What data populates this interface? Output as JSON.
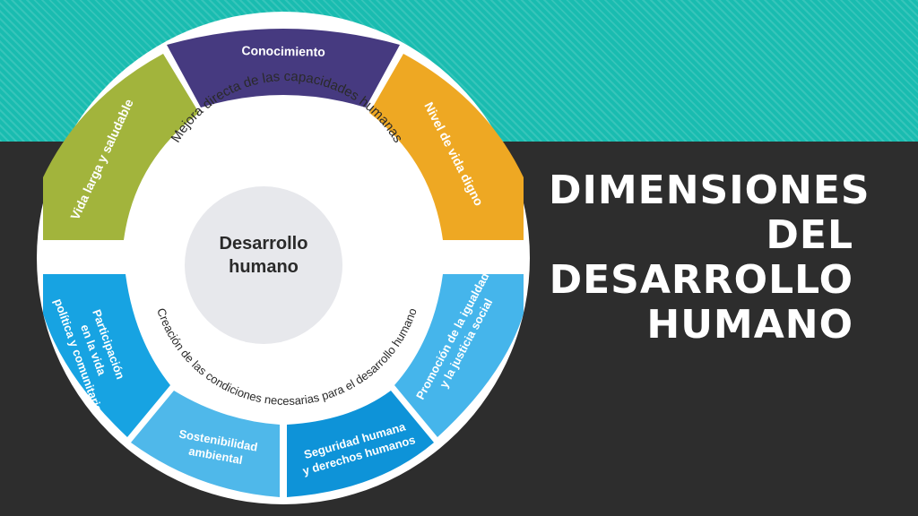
{
  "slide": {
    "title_lines": [
      "DIMENSIONES",
      "DEL",
      "DESARROLLO",
      "HUMANO"
    ]
  },
  "diagram": {
    "center_lines": [
      "Desarrollo",
      "humano"
    ],
    "upper_ring_text": "Mejora directa de las capacidades humanas",
    "lower_ring_text": "Creación de las condiciones necesarias para el desarrollo humano",
    "segments": {
      "vida": {
        "label": "Vida larga y saludable",
        "color": "#a2b43c"
      },
      "conocimiento": {
        "label": "Conocimiento",
        "color": "#463a80"
      },
      "nivel": {
        "label": "Nivel de vida digno",
        "color": "#eea823"
      },
      "participacion": {
        "lines": [
          "Participación",
          "en la vida",
          "política y comunitaria"
        ],
        "color": "#17a3e2"
      },
      "sostenibilidad": {
        "lines": [
          "Sostenibilidad",
          "ambiental"
        ],
        "color": "#4fb8ea"
      },
      "seguridad": {
        "lines": [
          "Seguridad humana",
          "y derechos humanos"
        ],
        "color": "#0e93d8"
      },
      "promocion": {
        "lines": [
          "Promoción de la igualdad",
          "y la justicia social"
        ],
        "color": "#45b5eb"
      }
    },
    "colors": {
      "outer_ring": "#ffffff",
      "center_disc": "#e7e8ec",
      "center_text": "#2a2a2a",
      "ring_text": "#2a2a2a"
    }
  }
}
